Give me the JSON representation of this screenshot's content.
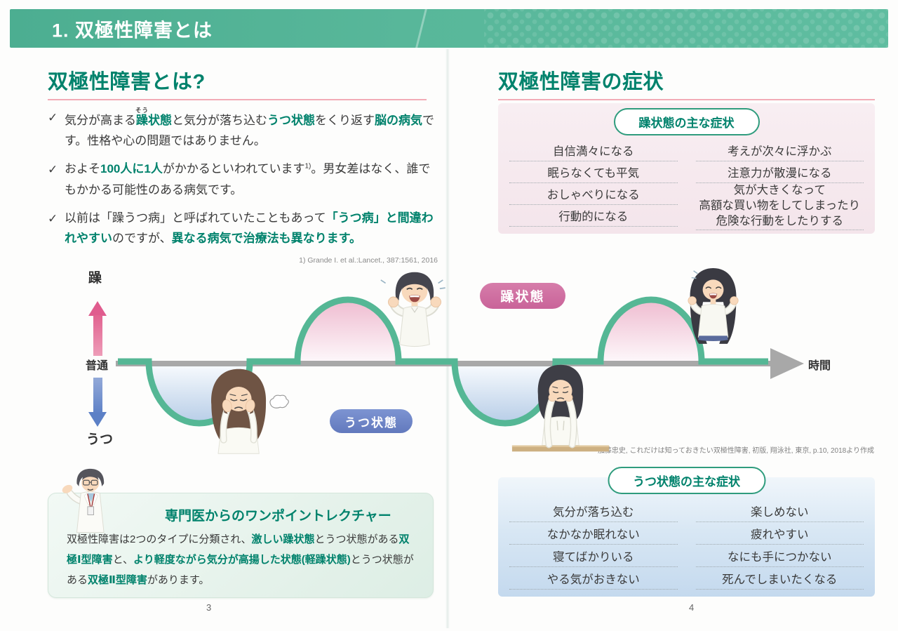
{
  "banner": {
    "title": "1. 双極性障害とは"
  },
  "left_page": {
    "heading": "双極性障害とは?",
    "bullets": [
      {
        "segments": [
          {
            "t": "気分が高まる"
          },
          {
            "t": "躁",
            "ruby": "そう",
            "em": true
          },
          {
            "t": "状態",
            "em": true
          },
          {
            "t": "と気分が落ち込む"
          },
          {
            "t": "うつ状態",
            "em": true
          },
          {
            "t": "をくり返す"
          },
          {
            "t": "脳の病気",
            "em": true
          },
          {
            "t": "です。性格や心の問題ではありません。"
          }
        ]
      },
      {
        "segments": [
          {
            "t": "およそ"
          },
          {
            "t": "100人に1人",
            "em": true
          },
          {
            "t": "がかかるといわれています"
          },
          {
            "t": "1)",
            "sup": true
          },
          {
            "t": "。男女差はなく、誰でもかかる可能性のある病気です。"
          }
        ]
      },
      {
        "segments": [
          {
            "t": "以前は「躁うつ病」と呼ばれていたこともあって"
          },
          {
            "t": "「うつ病」と間違われやすい",
            "em": true
          },
          {
            "t": "のですが、"
          },
          {
            "t": "異なる病気で治療法も異なります。",
            "em": true
          }
        ]
      }
    ],
    "reference": "1) Grande I. et al.:Lancet., 387:1561, 2016",
    "lecture": {
      "title": "専門医からのワンポイントレクチャー",
      "body_segments": [
        {
          "t": "双極性障害は2つのタイプに分類され、"
        },
        {
          "t": "激しい躁状態",
          "em": true
        },
        {
          "t": "とうつ状態がある"
        },
        {
          "t": "双極Ⅰ型障害",
          "em": true
        },
        {
          "t": "と、"
        },
        {
          "t": "より軽度ながら気分が高揚した状態(軽躁状態)",
          "em": true
        },
        {
          "t": "とうつ状態がある"
        },
        {
          "t": "双極Ⅱ型障害",
          "em": true
        },
        {
          "t": "があります。"
        }
      ]
    },
    "page_number": "3"
  },
  "right_page": {
    "heading": "双極性障害の症状",
    "mania_box": {
      "label": "躁状態の主な症状",
      "left_items": [
        "自信満々になる",
        "眠らなくても平気",
        "おしゃべりになる",
        "行動的になる"
      ],
      "right_items": [
        "考えが次々に浮かぶ",
        "注意力が散漫になる",
        "気が大きくなって\n高額な買い物をしてしまったり\n危険な行動をしたりする"
      ]
    },
    "depression_box": {
      "label": "うつ状態の主な症状",
      "left_items": [
        "気分が落ち込む",
        "なかなか眠れない",
        "寝てばかりいる",
        "やる気がおきない"
      ],
      "right_items": [
        "楽しめない",
        "疲れやすい",
        "なにも手につかない",
        "死んでしまいたくなる"
      ]
    },
    "page_number": "4"
  },
  "diagram": {
    "y_axis_top": "躁",
    "y_axis_middle": "普通",
    "y_axis_bottom": "うつ",
    "x_axis_label": "時間",
    "mania_badge": "躁状態",
    "depression_badge": "うつ状態",
    "source": "加藤忠史, これだけは知っておきたい双極性障害, 初版, 翔泳社, 東京, p.10, 2018より作成"
  },
  "colors": {
    "banner_green": "#55b79a",
    "heading_teal": "#00826c",
    "accent_teal": "#00826c",
    "wave_green": "#55b795",
    "mania_pink": "#cc6b9e",
    "depression_blue": "#6b84c8",
    "axis_gray": "#a8a8a8",
    "rule_pink": "#f2abb6"
  }
}
